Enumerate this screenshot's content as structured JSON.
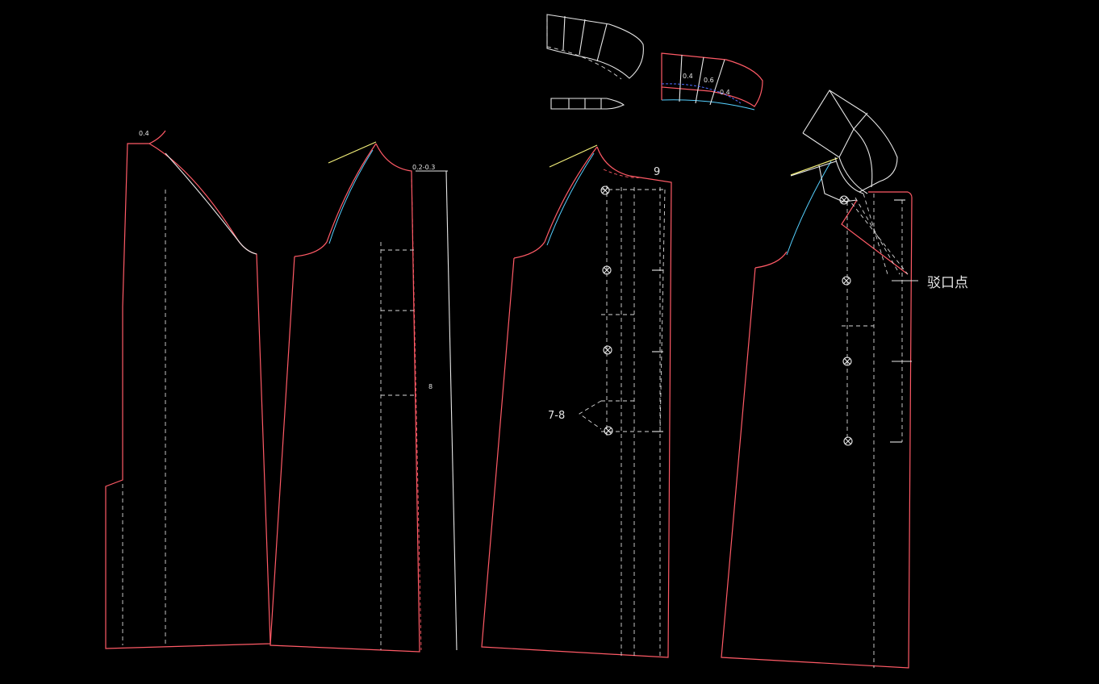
{
  "labels": {
    "back_neck_measure": "0.4",
    "side_front_neck_measure": "0.2-0.3",
    "side_front_marker": "8",
    "front_width_measure": "9",
    "button_spacing_measure": "7-8",
    "collar_measure_1": "0.4",
    "collar_measure_2": "0.6",
    "collar_measure_3": "0.4",
    "notch_point_label": "驳口点"
  },
  "colors": {
    "background": "#000000",
    "outline": "#ff5a66",
    "construction": "#e8e8e8",
    "curve_alt": "#55d0ff",
    "shoulder": "#f4f07a"
  }
}
